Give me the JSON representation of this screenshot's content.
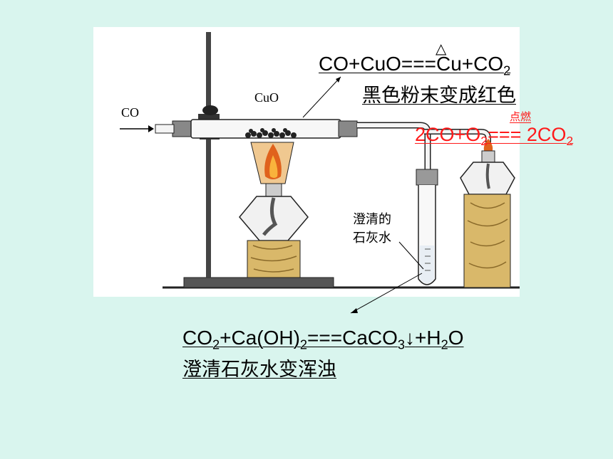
{
  "diagram": {
    "label_co": "CO",
    "label_cuo": "CuO",
    "label_limewater_line1": "澄清的",
    "label_limewater_line2": "石灰水"
  },
  "reaction_cuo": {
    "heat_mark": "△",
    "equation_parts": [
      "CO+CuO===Cu+CO",
      "2"
    ],
    "observation": "黑色粉末变成红色"
  },
  "reaction_combustion": {
    "condition": "点燃",
    "equation_parts": [
      "2CO+O",
      "2",
      "=== 2CO",
      "2"
    ]
  },
  "reaction_limewater": {
    "equation_parts": [
      "CO",
      "2",
      "+Ca(OH)",
      "2",
      "===CaCO",
      "3",
      "↓",
      "+H",
      "2",
      "O"
    ],
    "observation": "澄清石灰水变浑浊"
  },
  "colors": {
    "background": "#d9f5ee",
    "equation_red": "#ff1a1a",
    "flame": "#e0621c",
    "wood": "#d9b86a"
  }
}
